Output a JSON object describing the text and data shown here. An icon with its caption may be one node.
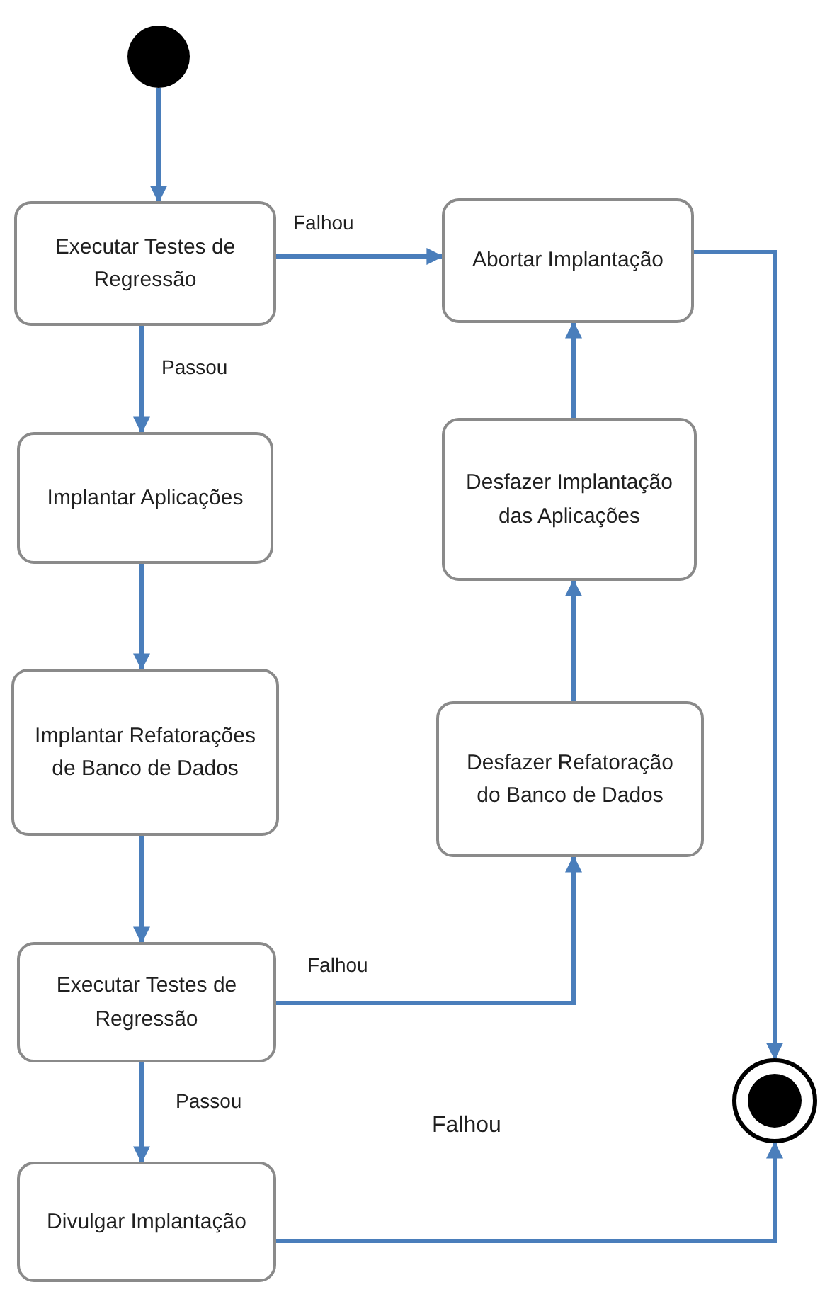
{
  "diagram": {
    "nodes": [
      {
        "text": [],
        "shape": "circle"
      },
      {
        "text": [
          "Executar Testes de Regressão"
        ]
      },
      {
        "text": [
          "Abortar Implantação"
        ]
      },
      {
        "text": [
          "Implantar Aplicações"
        ]
      },
      {
        "text": [
          "Desfazer Implantação das Aplicações"
        ]
      },
      {
        "text": [
          "Implantar Refatorações de Banco de Dados"
        ]
      },
      {
        "text": [
          "Desfazer Refatoração do Banco de Dados"
        ]
      },
      {
        "text": [
          "Executar Testes de Regressão"
        ]
      },
      {
        "text": [
          "Divulgar Implantação"
        ]
      },
      {
        "text": [],
        "shape": "bullseye"
      }
    ],
    "edges": [
      {
        "from": 0,
        "to": 1,
        "arrow": "to"
      },
      {
        "from": 1,
        "to": 2,
        "arrow": "to",
        "label": "Falhou"
      },
      {
        "from": 1,
        "to": 3,
        "arrow": "to",
        "label": "Passou"
      },
      {
        "from": 3,
        "to": 5,
        "arrow": "to"
      },
      {
        "from": 5,
        "to": 7,
        "arrow": "to"
      },
      {
        "from": 7,
        "to": 6,
        "arrow": "to",
        "label": "Falhou"
      },
      {
        "from": 6,
        "to": 4,
        "arrow": "to"
      },
      {
        "from": 4,
        "to": 2,
        "arrow": "to"
      },
      {
        "from": 2,
        "to": 9,
        "arrow": "to"
      },
      {
        "from": 7,
        "to": 8,
        "arrow": "to",
        "label": "Passou"
      },
      {
        "from": 8,
        "to": 9,
        "arrow": "to"
      }
    ],
    "labels": [
      "Falhou"
    ]
  }
}
